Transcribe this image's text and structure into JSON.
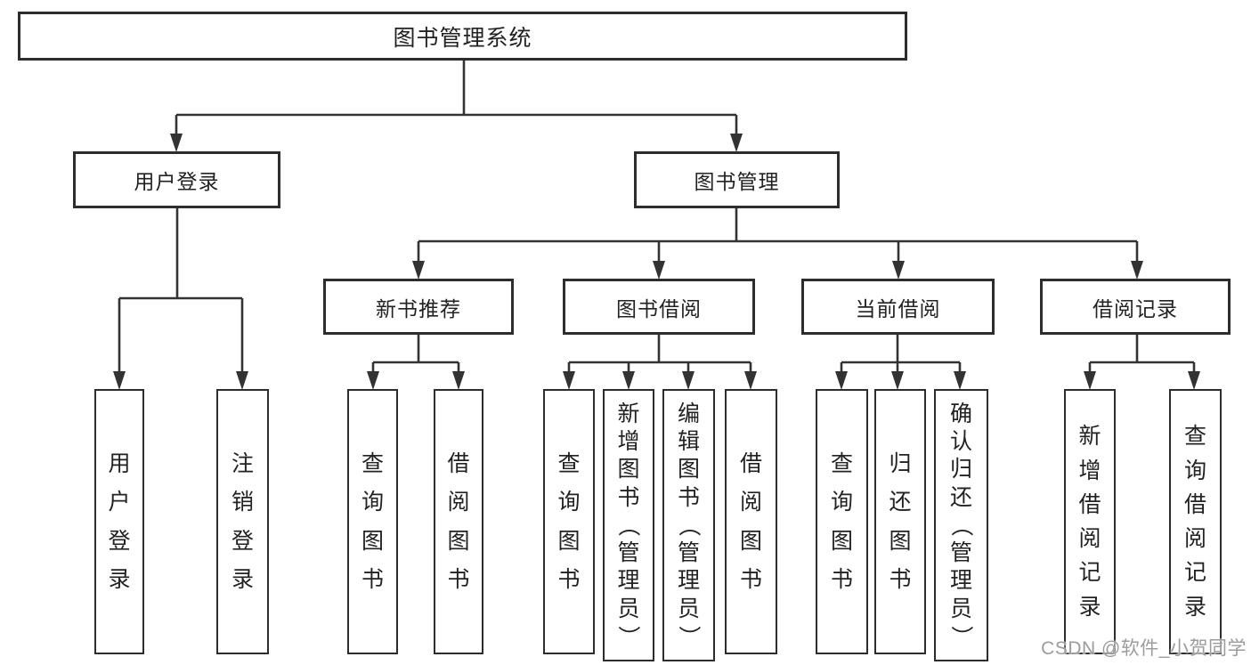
{
  "diagram": {
    "tree": {
      "label": "图书管理系统",
      "children": [
        {
          "label": "用户登录",
          "children": [
            {
              "label": "用户登录"
            },
            {
              "label": "注销登录"
            }
          ]
        },
        {
          "label": "图书管理",
          "children": [
            {
              "label": "新书推荐",
              "children": [
                {
                  "label": "查询图书"
                },
                {
                  "label": "借阅图书"
                }
              ]
            },
            {
              "label": "图书借阅",
              "children": [
                {
                  "label": "查询图书"
                },
                {
                  "label": "新增图书（管理员）"
                },
                {
                  "label": "编辑图书（管理员）"
                },
                {
                  "label": "借阅图书"
                }
              ]
            },
            {
              "label": "当前借阅",
              "children": [
                {
                  "label": "查询图书"
                },
                {
                  "label": "归还图书"
                },
                {
                  "label": "确认归还（管理员）"
                }
              ]
            },
            {
              "label": "借阅记录",
              "children": [
                {
                  "label": "新增借阅记录"
                },
                {
                  "label": "查询借阅记录"
                }
              ]
            }
          ]
        }
      ]
    },
    "line_color": "#333333",
    "border_color": "#2d2d2d",
    "text_color": "#222222"
  },
  "watermark": {
    "text": "CSDN @软件_小贺同学",
    "color": "#9c9c9c"
  }
}
